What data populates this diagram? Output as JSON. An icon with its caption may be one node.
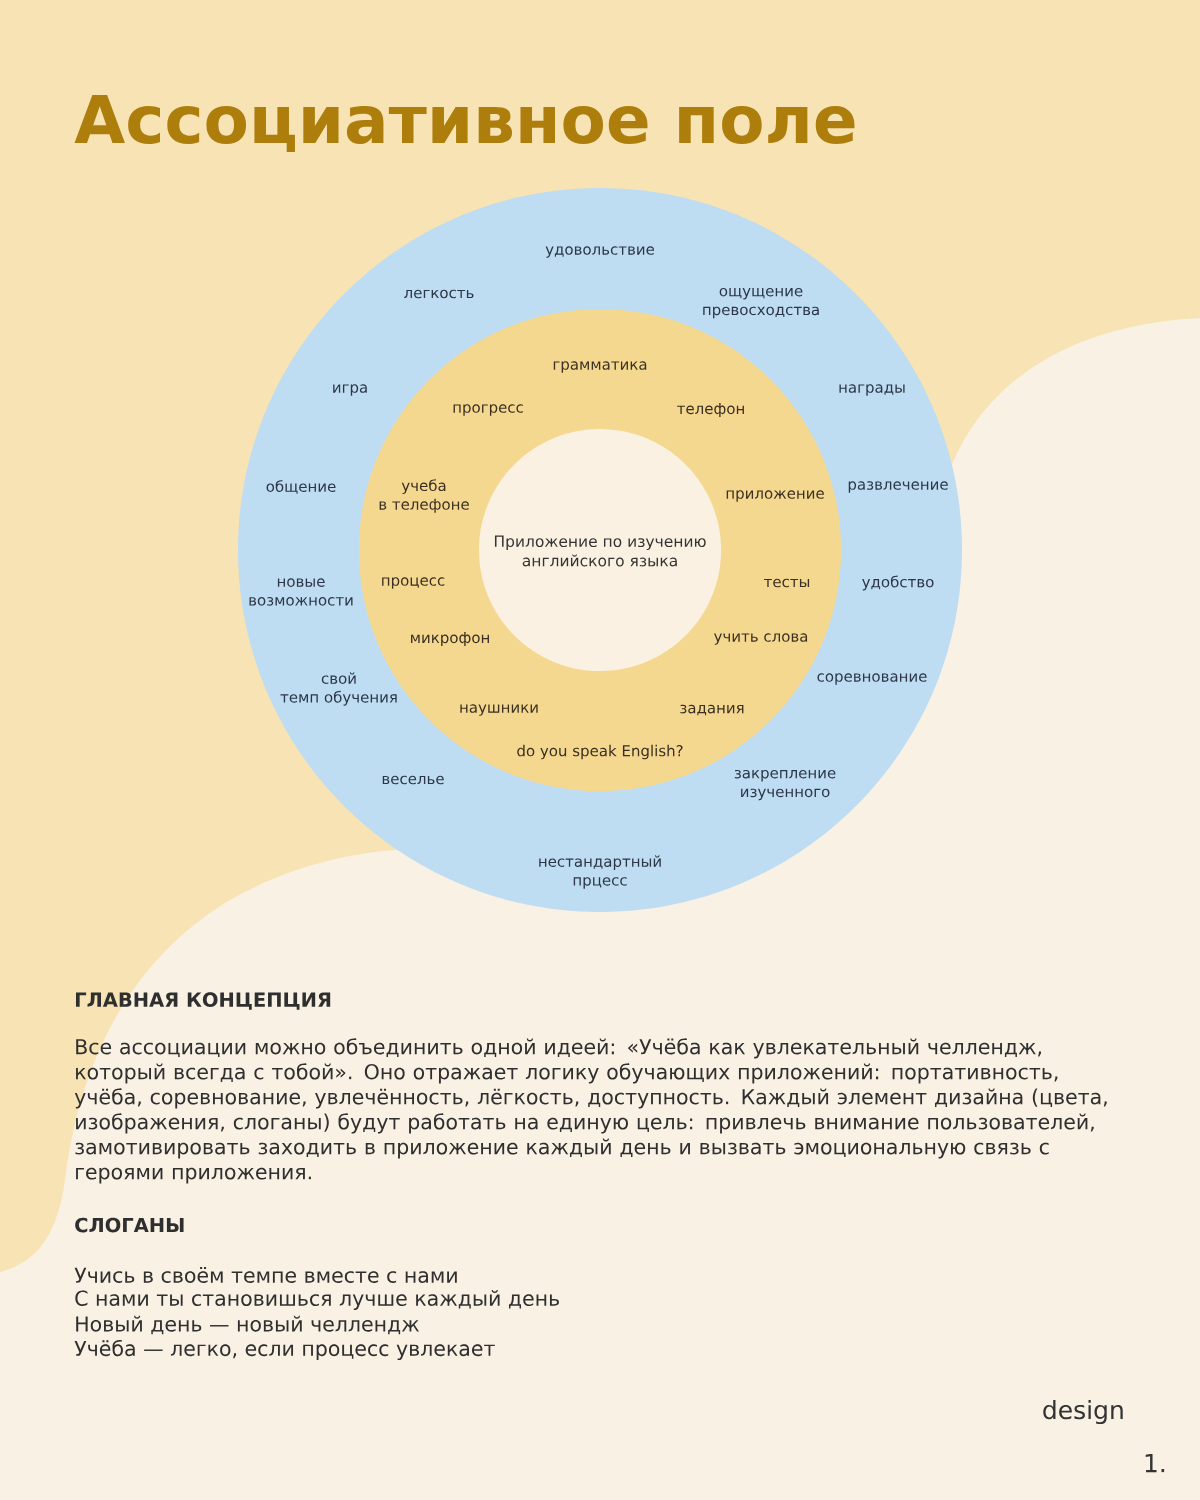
{
  "diagram": {
    "title": "Ассоциативное поле",
    "nodes": [
      {
        "text": [
          "удовольствие",
          "легкость",
          "ощущение превосходства",
          "игра",
          "награды",
          "общение",
          "развлечение",
          "новые возможности",
          "удобство",
          "свой темп обучения",
          "соревнование",
          "веселье",
          "закрепление изученного",
          "нестандартный прцесс"
        ]
      },
      {
        "text": [
          "грамматика",
          "прогресс",
          "телефон",
          "учеба в телефоне",
          "приложение",
          "процесс",
          "тесты",
          "микрофон",
          "учить слова",
          "наушники",
          "задания",
          "do you speak English?"
        ],
        "in": 0
      },
      {
        "text": [
          "Приложение по изучению английского языка"
        ],
        "in": 1
      }
    ],
    "labels": [
      "ГЛАВНАЯ КОНЦЕПЦИЯ",
      "Все ассоциации можно объединить одной идеей: «Учёба как увлекательный челлендж, который всегда с тобой». Оно отражает логику обучающих приложений: портативность, учёба, соревнование, увлечённость, лёгкость, доступность. Каждый элемент дизайна (цвета, изображения, слоганы) будут работать на единую цель: привлечь внимание пользователей, замотивировать заходить в приложение каждый день и вызвать эмоциональную связь с героями приложения.",
      "СЛОГАНЫ",
      "Учись в своём темпе вместе с нами",
      "С нами ты становишься лучше каждый день",
      "Новый день — новый челлендж",
      "Учёба — легко, если процесс увлекает",
      "design",
      "1."
    ]
  }
}
